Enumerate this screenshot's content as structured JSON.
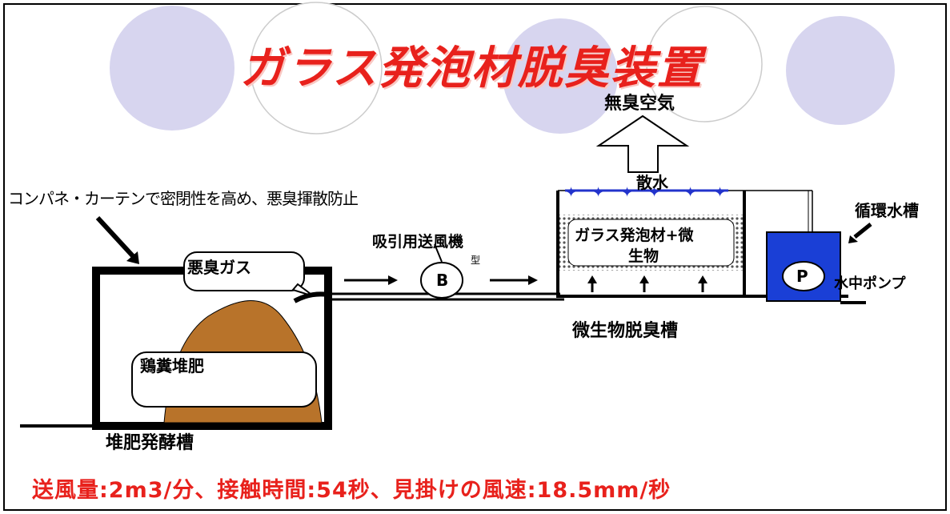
{
  "title": "ガラス発泡材脱臭装置",
  "labels": {
    "clean_air": "無臭空気",
    "sprinkle": "散水",
    "enclosure": "コンパネ・カーテンで密閉性を高め、悪臭揮散防止",
    "blower": "吸引用送風機",
    "blower_mark": "B",
    "blower_small": "型",
    "odor_gas": "悪臭ガス",
    "media": "ガラス発泡材+微生物",
    "media_line1": "ガラス発泡材+微",
    "media_line2": "生物",
    "circulation_tank": "循環水槽",
    "pump_mark": "P",
    "submersible_pump": "水中ポンプ",
    "deodorizer_tank": "微生物脱臭槽",
    "compost": "鶏糞堆肥",
    "fermentation_tank": "堆肥発酵槽"
  },
  "specs": "送風量:2m3/分、接触時間:54秒、見掛けの風速:18.5mm/秒",
  "colors": {
    "title_red": "#e8211c",
    "compost_brown": "#b8732a",
    "tank_blue": "#1a3fd6",
    "bubble_purple": "#d7d5ef",
    "spray_blue": "#2233cc"
  }
}
